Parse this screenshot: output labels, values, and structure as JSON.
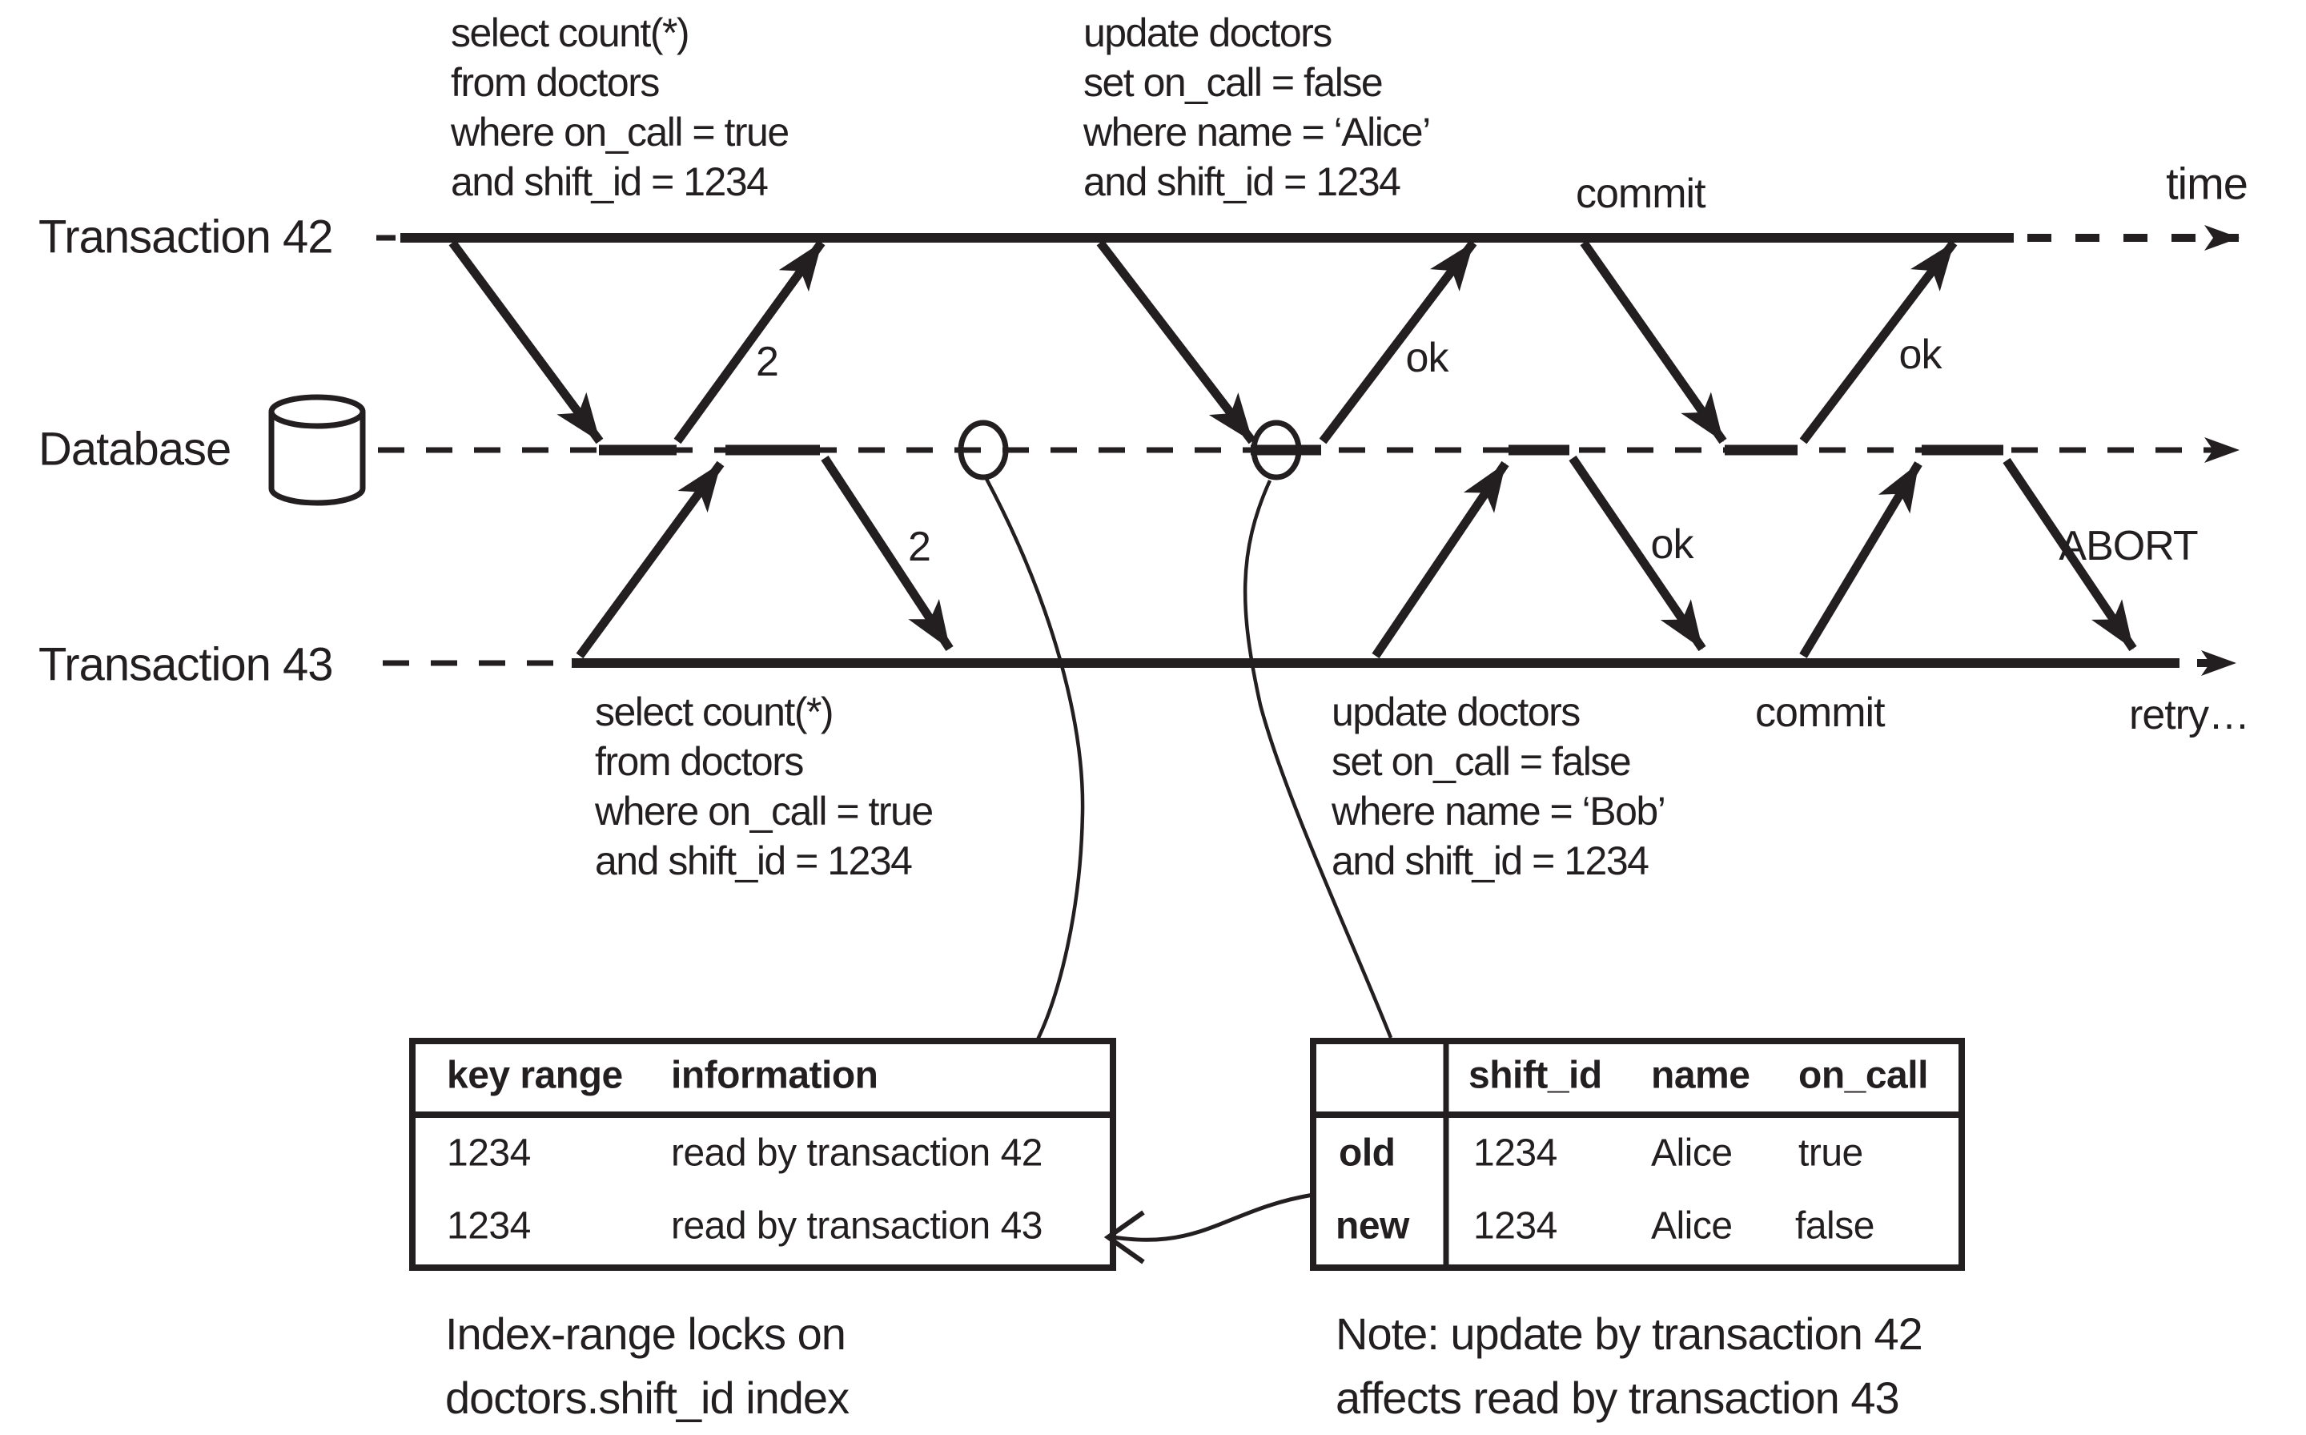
{
  "diagram": {
    "lanes": {
      "t42": "Transaction 42",
      "db": "Database",
      "t43": "Transaction 43"
    },
    "time_label": "time",
    "t42": {
      "sql_select": "select count(*)\nfrom doctors\nwhere on_call = true\nand shift_id = 1234",
      "sql_update": "update doctors\nset on_call = false\nwhere name = ‘Alice’\nand shift_id = 1234",
      "commit_label": "commit",
      "result_select": "2",
      "result_update": "ok",
      "result_commit": "ok"
    },
    "t43": {
      "sql_select": "select count(*)\nfrom doctors\nwhere on_call = true\nand shift_id = 1234",
      "sql_update": "update doctors\nset on_call = false\nwhere name = ‘Bob’\nand shift_id = 1234",
      "commit_label": "commit",
      "result_select": "2",
      "result_update": "ok",
      "abort_label": "ABORT",
      "retry_label": "retry…"
    }
  },
  "lock_table": {
    "headers": [
      "key range",
      "information"
    ],
    "rows": [
      [
        "1234",
        "read by transaction 42"
      ],
      [
        "1234",
        "read by transaction 43"
      ]
    ],
    "caption": "Index-range locks on\ndoctors.shift_id index"
  },
  "row_table": {
    "headers": [
      "shift_id",
      "name",
      "on_call"
    ],
    "row_labels": [
      "old",
      "new"
    ],
    "rows": [
      [
        "1234",
        "Alice",
        "true"
      ],
      [
        "1234",
        "Alice",
        "false"
      ]
    ],
    "caption": "Note: update by transaction 42\naffects read by transaction 43"
  },
  "colors": {
    "ink": "#231f20",
    "bg": "#ffffff"
  }
}
